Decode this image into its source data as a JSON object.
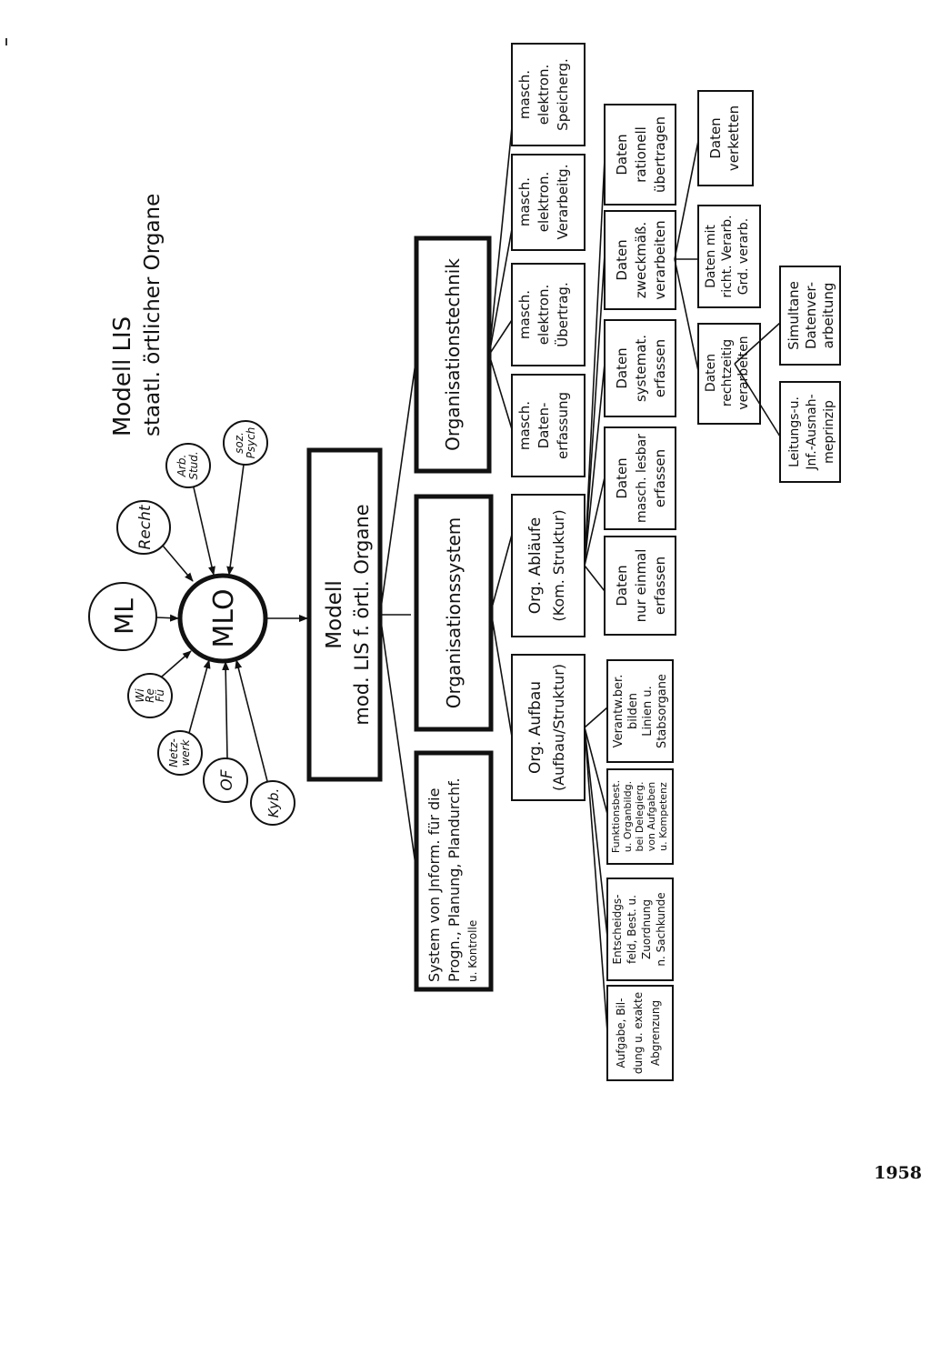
{
  "title": {
    "line1": "Modell LIS",
    "line2": "staatl. örtlicher Organe"
  },
  "influences": {
    "center": "MLO",
    "ml": "ML",
    "recht": "Recht",
    "arb": [
      "Arb.",
      "Stud."
    ],
    "soz": [
      "soz.",
      "Psych"
    ],
    "wi": [
      "Wi",
      "Re",
      "Fü"
    ],
    "netz": [
      "Netz-",
      "werk"
    ],
    "of": "OF",
    "kyb": "Kyb."
  },
  "model": [
    "Modell",
    "mod. LIS f. örtl. Organe"
  ],
  "branches": {
    "system_info": [
      "System von Jnform. für die",
      "Progn., Planung, Plandurchf.",
      "u. Kontrolle"
    ],
    "orgsystem": "Organisationssystem",
    "orgtechnik": "Organisationstechnik"
  },
  "aufbau": {
    "head": [
      "Org. Aufbau",
      "(Aufbau/Struktur)"
    ],
    "items": [
      [
        "Aufgabe, Bil-",
        "dung u. exakte",
        "Abgrenzung"
      ],
      [
        "Entscheidgs-",
        "feld, Best. u.",
        "Zuordnung",
        "n. Sachkunde"
      ],
      [
        "Funktionsbest.",
        "u. Organbildg.",
        "bei Delegierg.",
        "von Aufgaben",
        "u. Kompetenz"
      ],
      [
        "Verantw.ber.",
        "bilden",
        "Linien u.",
        "Stabsorgane"
      ]
    ]
  },
  "ablaeufe": {
    "head": [
      "Org. Abläufe",
      "(Kom. Struktur)"
    ],
    "items": [
      [
        "Daten",
        "nur einmal",
        "erfassen"
      ],
      [
        "Daten",
        "masch. lesbar",
        "erfassen"
      ],
      [
        "Daten",
        "systemat.",
        "erfassen"
      ],
      [
        "Daten",
        "zweckmäß.",
        "verarbeiten"
      ],
      [
        "Daten",
        "rationell",
        "übertragen"
      ]
    ],
    "sub": [
      [
        "Daten",
        "rechtzeitig",
        "verarbeiten"
      ],
      [
        "Daten mit",
        "richt. Verarb.",
        "Grd. verarb."
      ],
      [
        "Daten",
        "verketten"
      ]
    ],
    "subsub": [
      [
        "Leitungs-u.",
        "Jnf.-Ausnah-",
        "meprinzip"
      ],
      [
        "Simultane",
        "Datenver-",
        "arbeitung"
      ]
    ]
  },
  "technik": {
    "items": [
      [
        "masch.",
        "Daten-",
        "erfassung"
      ],
      [
        "masch.",
        "elektron.",
        "Übertrag."
      ],
      [
        "masch.",
        "elektron.",
        "Verarbeitg."
      ],
      [
        "masch.",
        "elektron.",
        "Speicherg."
      ]
    ]
  },
  "page_number": "1958"
}
